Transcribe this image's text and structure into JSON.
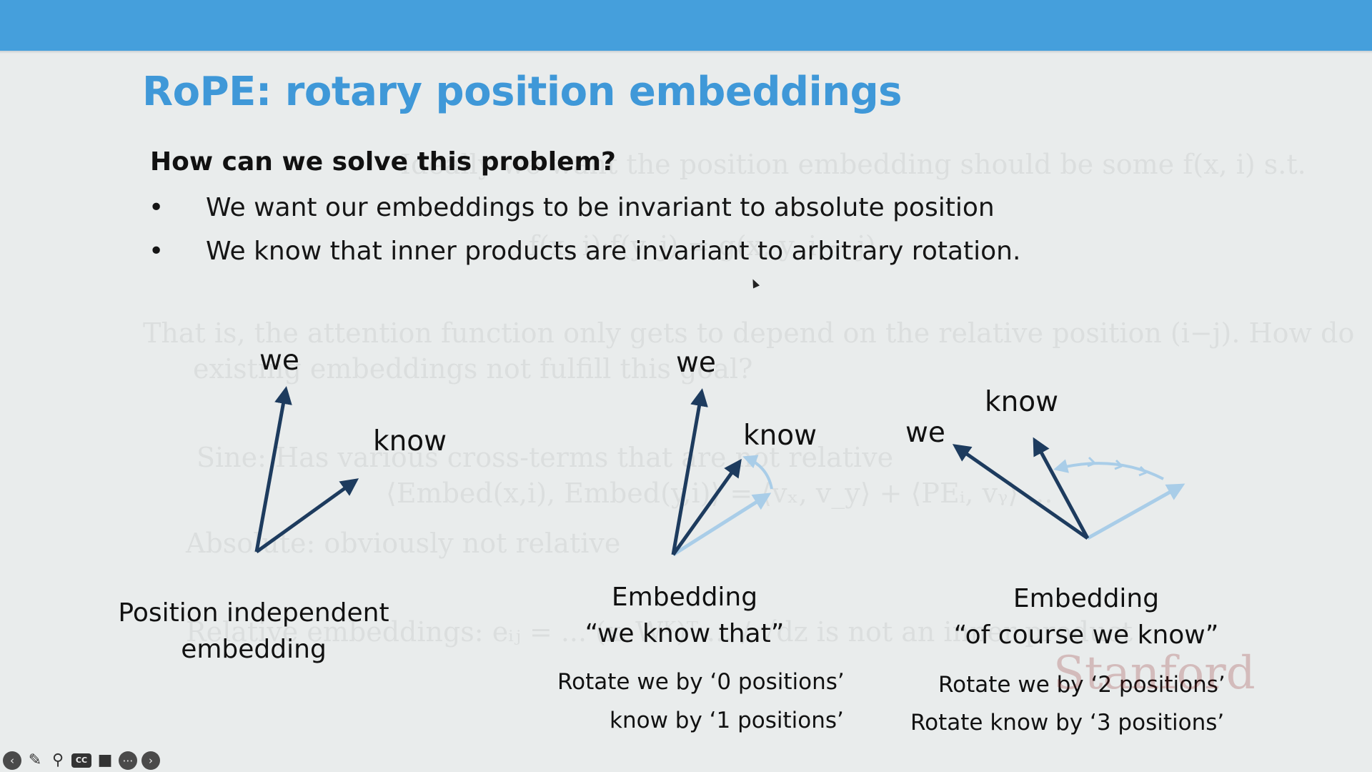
{
  "slide": {
    "title": "RoPE: rotary position embeddings",
    "question": "How can we solve this problem?",
    "bullets": [
      {
        "marker": "•",
        "text": "We want our embeddings to be invariant to absolute position"
      },
      {
        "marker": "•",
        "text": "We know that inner products are invariant to arbitrary rotation."
      }
    ],
    "ghost_text": [
      "Ideally we want the position embedding should be some f(x, i) s.t.",
      "f(x, i)·f(y, j) = g(x, y, i − j)",
      "That is, the attention function only gets to depend on the relative position (i−j). How do",
      "existing embeddings not fulfill this goal?",
      "Sine: Has various cross-terms that are not relative",
      "⟨Embed(x,i), Embed(y,i)⟩ = ⟨vₓ, v_y⟩ + ⟨PEᵢ, vᵧ⟩ ...",
      "Absolute: obviously not relative",
      "Relative embeddings:   eᵢⱼ = ...  (xᵢ Wᴷ)ᵀ ... / √dz   is not an inner product"
    ]
  },
  "diagrams": [
    {
      "word1": "we",
      "word2": "know",
      "caption_lines": [
        "Position independent",
        "embedding"
      ],
      "notes": []
    },
    {
      "word1": "we",
      "word2": "know",
      "caption_lines": [
        "Embedding",
        "“we know that”"
      ],
      "notes": [
        "Rotate we by ‘0 positions’",
        "know by ‘1 positions’"
      ]
    },
    {
      "word1": "we",
      "word2": "know",
      "caption_lines": [
        "Embedding",
        "“of course we know”"
      ],
      "notes": [
        "Rotate we by ‘2 positions’",
        "Rotate know by ‘3 positions’"
      ]
    }
  ],
  "watermark": "Stanford",
  "colors": {
    "header_bar": "#459fdc",
    "title": "#3f98d8",
    "vector_dark": "#1d3b5e",
    "vector_light": "#a9cde8",
    "background": "#e9ecec"
  },
  "player_controls": [
    "back-icon",
    "pen-icon",
    "zoom-icon",
    "captions-icon",
    "video-icon",
    "more-icon",
    "forward-icon"
  ]
}
